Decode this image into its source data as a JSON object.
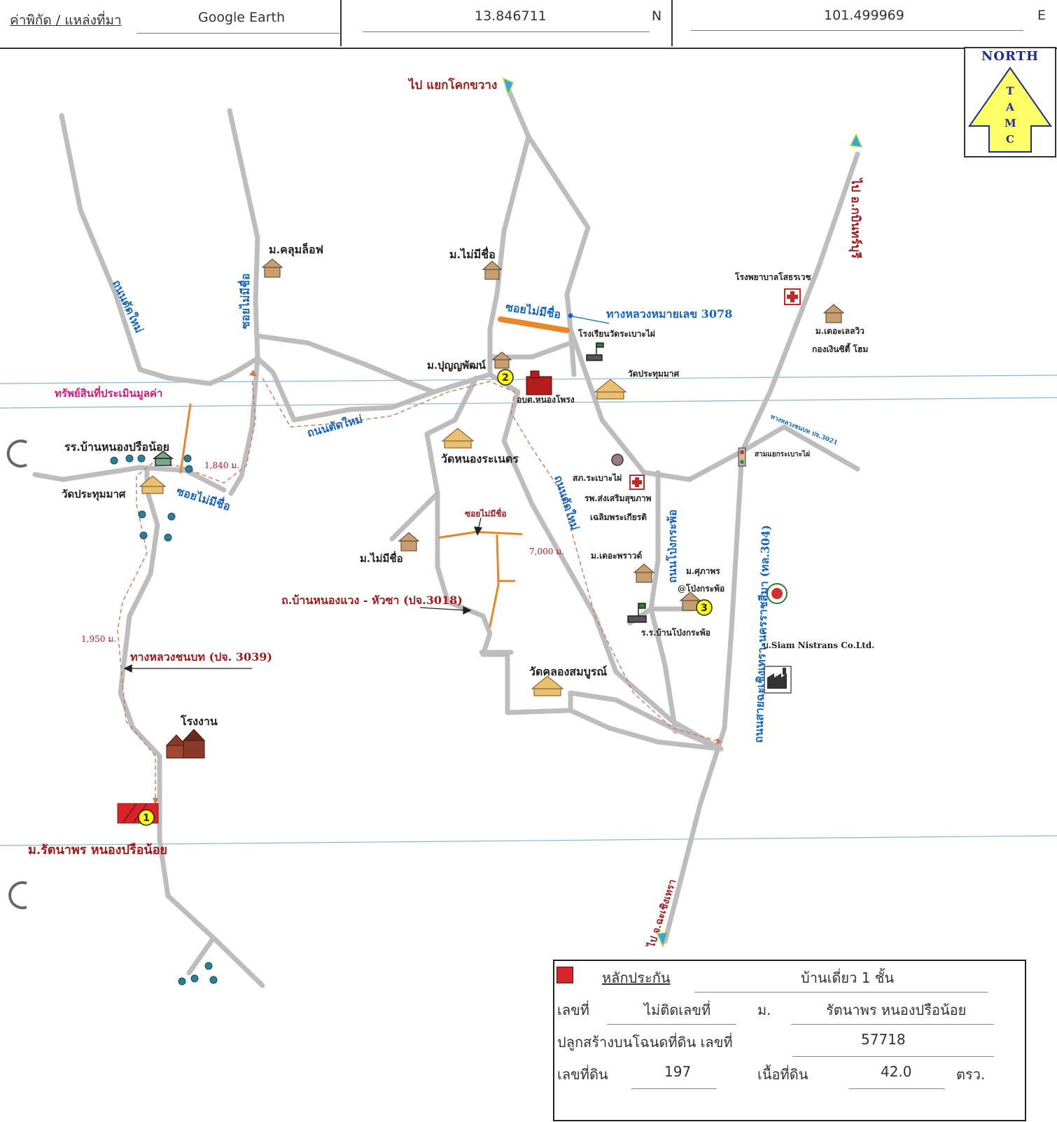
{
  "header": {
    "coord_label": "ค่าพิกัด / แหล่งที่มา",
    "source": "Google Earth",
    "latitude": "13.846711",
    "lat_dir": "N",
    "longitude": "101.499969",
    "lon_dir": "E"
  },
  "north": {
    "label": "NORTH",
    "letters": [
      "T",
      "A",
      "M",
      "C"
    ]
  },
  "labels": {
    "to_khokkhwang": "ไป แยกโคกขวาง",
    "to_kabinburi": "ไป อ.กบินทร์บุรี",
    "to_chachoengsao": "ไป จ.ฉะเชิงเทรา",
    "road_tatmai_left": "ถนนตัดใหม่",
    "soi_maimichue_top": "ซอยไม่มีชื่อ",
    "moo_khumloff": "ม.คลุมล็อฟ",
    "moo_maimichue_top": "ม.ไม่มีชื่อ",
    "soi_maimichue_orange": "ซอยไม่มีชื่อ",
    "highway_3078": "ทางหลวงหมายเลข 3078",
    "school_rabiabphai": "โรงเรียนวัดระเบาะไผ่",
    "hospital_sothorn": "โรงพยาบาลโสธรเวช",
    "moo_deluxe_1": "ม.เดอะเลลวิว",
    "moo_deluxe_2": "กองเงินซิตี้ โฮม",
    "moo_punyapat": "ม.ปุญญพัฒน์",
    "wat_prathum_right": "วัดประทุมมาศ",
    "obt_nongphrong": "อบต.หนองโพรง",
    "asset_label": "ทรัพย์สินที่ประเมินมูลค่า",
    "road_tatmai_mid": "ถนนตัดใหม่",
    "rural_road_3021": "ทางหลวงชนบท ปจ.3021",
    "school_nongpruenoi": "รร.บ้านหนองปรือน้อย",
    "wat_nongranet": "วัดหนองระเนตร",
    "intersection": "สามแยกระเบาะไผ่",
    "sk_rabophai": "สภ.ระเบาะไผ่",
    "dist_1840": "1,840 ม.",
    "wat_prathum_left": "วัดประทุมมาศ",
    "soi_maimichue_left": "ซอยไม่มีชื่อ",
    "rph_1": "รพ.ส่งเสริมสุขภาพ",
    "rph_2": "เฉลิมพระเกียรติ",
    "soi_maimichue_small": "ซอยไม่มีชื่อ",
    "road_tatmai_diag": "ถนนตัดใหม่",
    "road_pongkrapho": "ถนนโป่งกระพ้อ",
    "highway_304": "ถนนสายฉะเชิงเทรา-นครราชสีมา (ทล.304)",
    "dist_7000": "7,000 ม.",
    "moo_maimichue_mid": "ม.ไม่มีชื่อ",
    "moo_theprawat": "ม.เดอะพราวด์",
    "moo_supaporn_1": "ม.ศุภาพร",
    "moo_supaporn_2": "@โป่งกระพ้อ",
    "road_3018": "ถ.บ้านหนองแวง - หัวซา (ปจ.3018)",
    "school_pongkrapho": "ร.ร.บ้านโป่งกระพ้อ",
    "siam_nistrans": "บ.Siam Nistrans Co.Ltd.",
    "dist_1950": "1,950 ม.",
    "rural_road_3039": "ทางหลวงชนบท (ปจ. 3039)",
    "wat_khlongsombun": "วัดคลองสมบูรณ์",
    "factory": "โรงงาน",
    "moo_rattanaporn": "ม.รัตนาพร หนองปรือน้อย"
  },
  "markers": [
    "1",
    "2",
    "3"
  ],
  "legend": {
    "title": "หลักประกัน",
    "type_value": "บ้านเดี่ยว 1 ชั้น",
    "no_label": "เลขที่",
    "no_value": "ไม่ติดเลขที่",
    "moo_label": "ม.",
    "moo_value": "รัตนาพร หนองปรือน้อย",
    "title_deed_label": "ปลูกสร้างบนโฉนดที่ดิน เลขที่",
    "title_deed_value": "57718",
    "land_no_label": "เลขที่ดิน",
    "land_no_value": "197",
    "area_label": "เนื้อที่ดิน",
    "area_value": "42.0",
    "area_unit": "ตรว."
  },
  "colors": {
    "road": "#bdbdbd",
    "route": "#c97a5a",
    "soi_orange": "#e8862a",
    "label_red": "#a11a1a",
    "label_blue": "#1565c0",
    "collateral": "#d8232a",
    "marker": "#ffff00",
    "north_arrow": "#ffff66"
  }
}
